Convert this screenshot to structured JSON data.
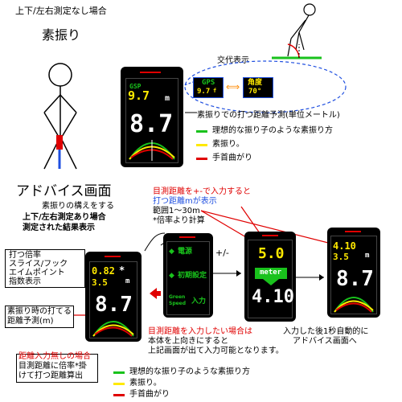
{
  "header": {
    "top_title": "上下/左右測定なし場合",
    "suburi": "素振り",
    "kogo": "交代表示",
    "advice_title": "アドバイス画面",
    "advice_sub": "素振りの構えをする",
    "cond1": "上下/左右測定あり場合",
    "cond2": "測定された結果表示"
  },
  "top_phone": {
    "value_small": "9.7",
    "label_gsp": "GSP",
    "value_big": "8.7",
    "unit": "m"
  },
  "callouts": {
    "gps_label": "GPS",
    "gps_value": "9.7",
    "gps_unit": "f",
    "angle_label": "角度",
    "angle_value": "70°",
    "predict_note": "素振りでの打つ距離予測(単位メートル)"
  },
  "legend_top": [
    {
      "label": "理想的な振り子のような素振り方",
      "color": "#19c21c"
    },
    {
      "label": "素振り。",
      "color": "#ffe900"
    },
    {
      "label": "手首曲がり",
      "color": "#e00000"
    }
  ],
  "left_labels": {
    "mult": "打つ倍率",
    "slice": "スライス/フック",
    "aim": "エイムポイント",
    "index": "指数表示",
    "predict_l1": "素振り時の打てる",
    "predict_l2": "距離予測(m)"
  },
  "phone2": {
    "v1": "0.82",
    "v2": "3.5",
    "star": "*",
    "big": "8.7",
    "unit": "m"
  },
  "menu_phone": {
    "item1": "電源",
    "item2": "初期設定",
    "item3_l1": "Green",
    "item3_l2": "Speed",
    "item3_r": "入力"
  },
  "plus_minus": "+/-",
  "phone4": {
    "target": "5.0",
    "meter": "meter",
    "value": "4.10"
  },
  "phone5": {
    "v1": "4.10",
    "v2": "3.5",
    "big": "8.7",
    "unit": "m"
  },
  "notes": {
    "target_l1": "目測距離を+-で入力すると",
    "target_l2": "打つ距離mが表示",
    "target_l3": "範囲1～30m",
    "target_l4": "*倍率より計算",
    "input_l1": "目測距離を入力したい場合は",
    "input_l2": "本体を上向きにすると",
    "input_l3": "上記画面が出て入力可能となります。",
    "auto_l1": "入力した後1秒自動的に",
    "auto_l2": "アドバイス画面へ",
    "noinput_l1": "距離入力無しの場合",
    "noinput_l2": "目測距離に倍率*掛",
    "noinput_l3": "けて打つ距離算出"
  },
  "legend_bottom": [
    {
      "label": "理想的な振り子のような素振り方",
      "color": "#19c21c"
    },
    {
      "label": "素振り。",
      "color": "#ffe900"
    },
    {
      "label": "手首曲がり",
      "color": "#e00000"
    }
  ]
}
